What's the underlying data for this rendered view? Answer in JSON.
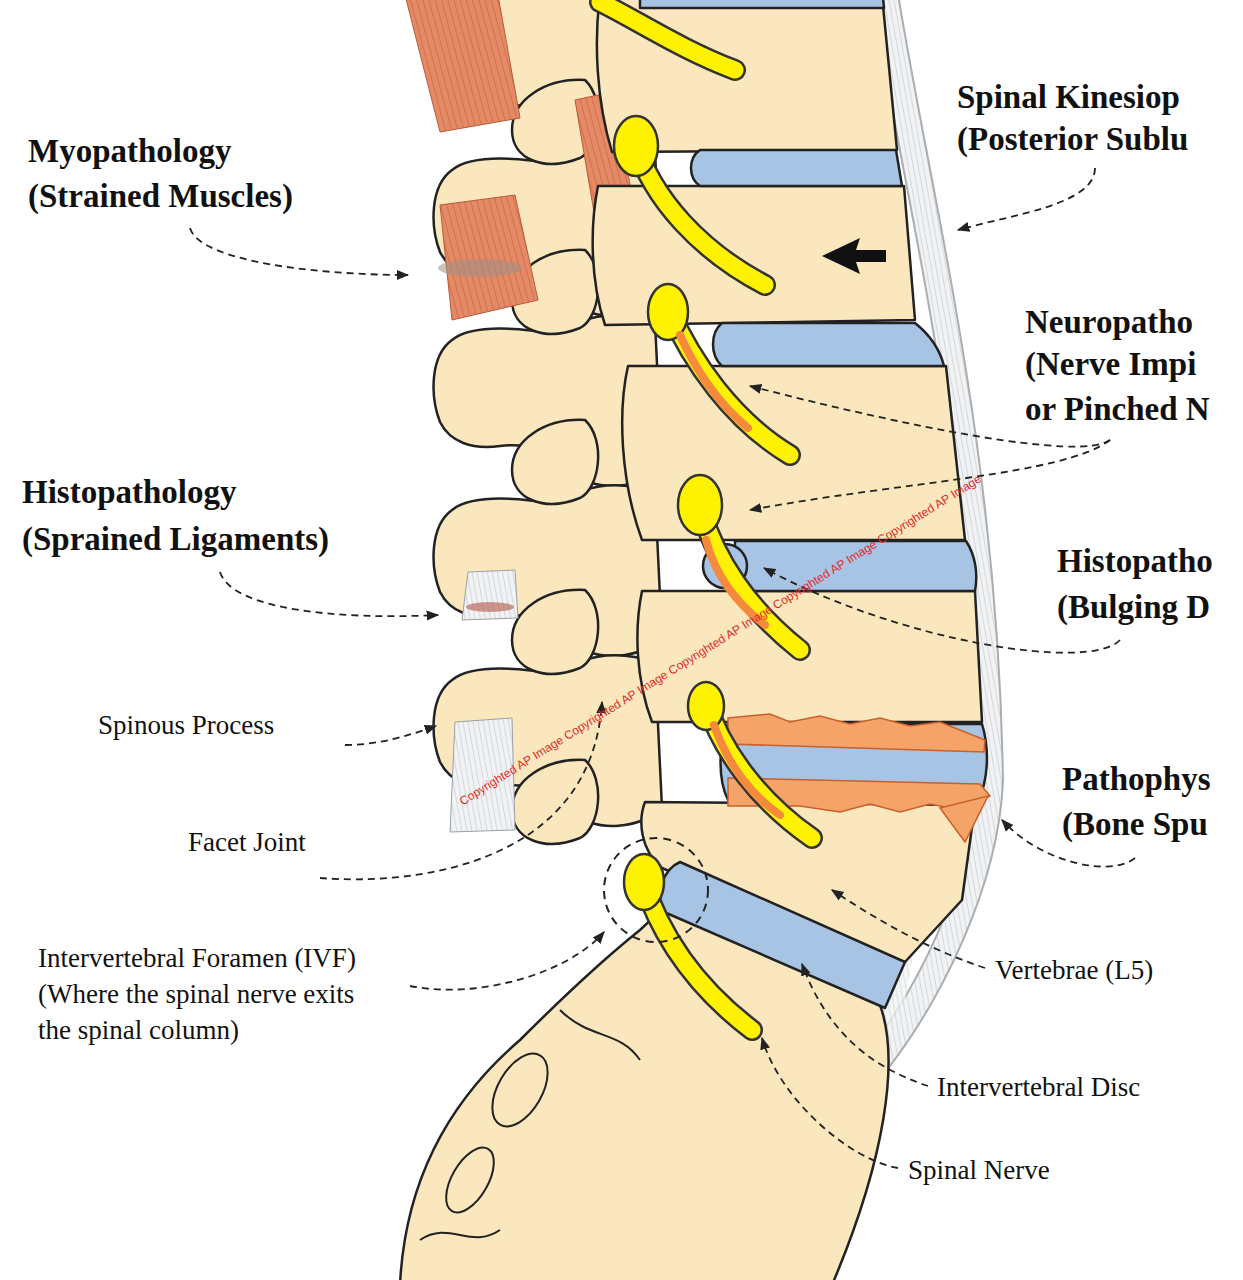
{
  "diagram": {
    "labels": [
      "Myopathology",
      "(Strained Muscles)",
      "Spinal Kinesiop",
      "(Posterior Sublu",
      "Neuropatho",
      "(Nerve Impi",
      "or Pinched N",
      "Histopathology",
      "(Sprained Ligaments)",
      "Histopatho",
      "(Bulging D",
      "Pathophys",
      "(Bone Spu",
      "Spinous Process",
      "Facet Joint",
      "Intervertebral Foramen (IVF)",
      "(Where the spinal nerve exits the spinal column)",
      "Vertebrae (L5)",
      "Intervertebral Disc",
      "Spinal Nerve",
      "Copyrighted AP Image Copyrighted AP Image Copyrighted AP Image Copyrighted AP Image Copyrighted AP Image"
    ]
  }
}
